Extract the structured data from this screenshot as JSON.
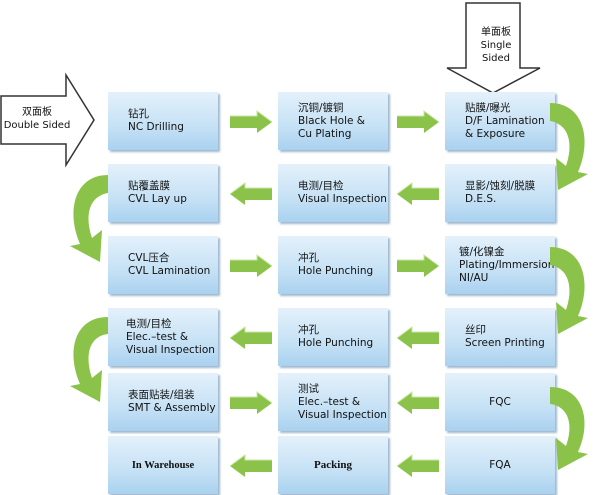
{
  "inputs": {
    "double_sided": [
      "双面板",
      "Double Sided"
    ],
    "single_sided": [
      "单面板",
      "Single",
      "Sided"
    ]
  },
  "steps": {
    "nc_drilling": [
      "钻孔",
      "NC Drilling"
    ],
    "black_hole_cu_plating": [
      "沉铜/镀铜",
      "Black Hole &",
      "Cu Plating"
    ],
    "df_lamination_exposure": [
      "贴膜/曝光",
      "D/F Lamination",
      "& Exposure"
    ],
    "des": [
      "显影/蚀刻/脱膜",
      "D.E.S."
    ],
    "visual_inspection_1": [
      "电测/目检",
      "Visual Inspection"
    ],
    "cvl_lay_up": [
      "贴覆盖膜",
      "CVL Lay up"
    ],
    "cvl_lamination": [
      "CVL压合",
      "CVL Lamination"
    ],
    "hole_punching_1": [
      "冲孔",
      "Hole Punching"
    ],
    "plating_immersion": [
      "镀/化镍金",
      "Plating/Immersion",
      "NI/AU"
    ],
    "screen_printing": [
      "丝印",
      "Screen Printing"
    ],
    "hole_punching_2": [
      "冲孔",
      "Hole Punching"
    ],
    "elec_test_visual_1": [
      "电测/目检",
      "Elec.–test &",
      "Visual Inspection"
    ],
    "smt_assembly": [
      "表面贴装/组装",
      "SMT & Assembly"
    ],
    "elec_test_visual_2": [
      "测试",
      "Elec.–test &",
      "Visual Inspection"
    ],
    "fqc": [
      "FQC"
    ],
    "fqa": [
      "FQA"
    ],
    "packing": [
      "Packing"
    ],
    "in_warehouse": [
      "In Warehouse"
    ]
  },
  "colors": {
    "box_fill": "#c5e1f5",
    "arrow_green": "#8bc34a",
    "input_arrow_fill": "#ffffff",
    "input_arrow_stroke": "#333333"
  }
}
